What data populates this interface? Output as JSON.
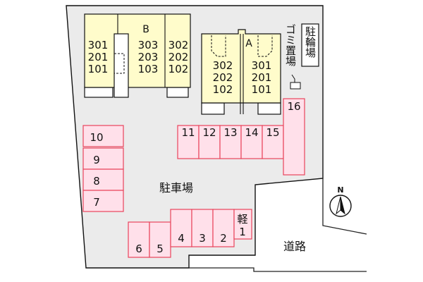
{
  "colors": {
    "lot": "#ebebeb",
    "building": "#fffccb",
    "parking_fill": "#ffe0ea",
    "parking_stroke": "#e8445c",
    "outline": "#111111"
  },
  "labels": {
    "parking_lot": "駐車場",
    "road": "道路",
    "bicycle_parking": "駐輪場",
    "garbage_area": "ゴミ置場",
    "north": "N"
  },
  "building_b": {
    "name": "B",
    "col_left": [
      "301",
      "201",
      "101"
    ],
    "col_mid": [
      "303",
      "203",
      "103"
    ],
    "col_right": [
      "302",
      "202",
      "102"
    ]
  },
  "building_a": {
    "name": "A",
    "col_left": [
      "302",
      "202",
      "102"
    ],
    "col_right": [
      "301",
      "201",
      "101"
    ]
  },
  "parking": {
    "left": [
      "10",
      "9",
      "8",
      "7"
    ],
    "middle": [
      "11",
      "12",
      "13",
      "14",
      "15"
    ],
    "right": "16",
    "bottom_left": [
      "6",
      "5"
    ],
    "bottom_right": [
      "4",
      "3",
      "2"
    ],
    "kei": "軽",
    "kei_number": "1"
  }
}
